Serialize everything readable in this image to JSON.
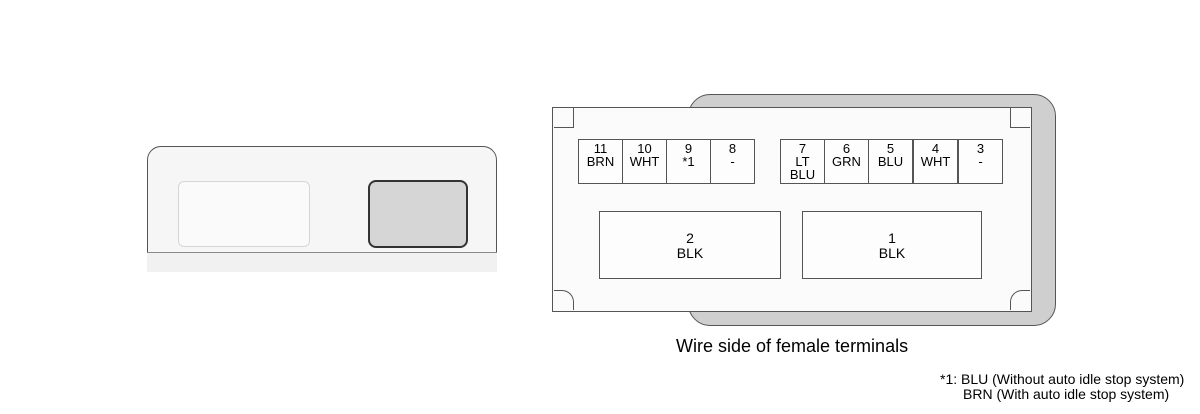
{
  "pins_top": [
    {
      "num": "11",
      "color": "BRN"
    },
    {
      "num": "10",
      "color": "WHT"
    },
    {
      "num": "9",
      "color": "*1"
    },
    {
      "num": "8",
      "color": "-"
    },
    {
      "num": "7",
      "color": "LT BLU"
    },
    {
      "num": "6",
      "color": "GRN"
    },
    {
      "num": "5",
      "color": "BLU"
    },
    {
      "num": "4",
      "color": "WHT"
    },
    {
      "num": "3",
      "color": "-"
    }
  ],
  "pins_large": [
    {
      "num": "2",
      "color": "BLK"
    },
    {
      "num": "1",
      "color": "BLK"
    }
  ],
  "caption": "Wire side of female terminals",
  "notes": {
    "line1": "*1: BLU (Without auto idle stop system)",
    "line2": "BRN (With auto idle stop system)"
  }
}
